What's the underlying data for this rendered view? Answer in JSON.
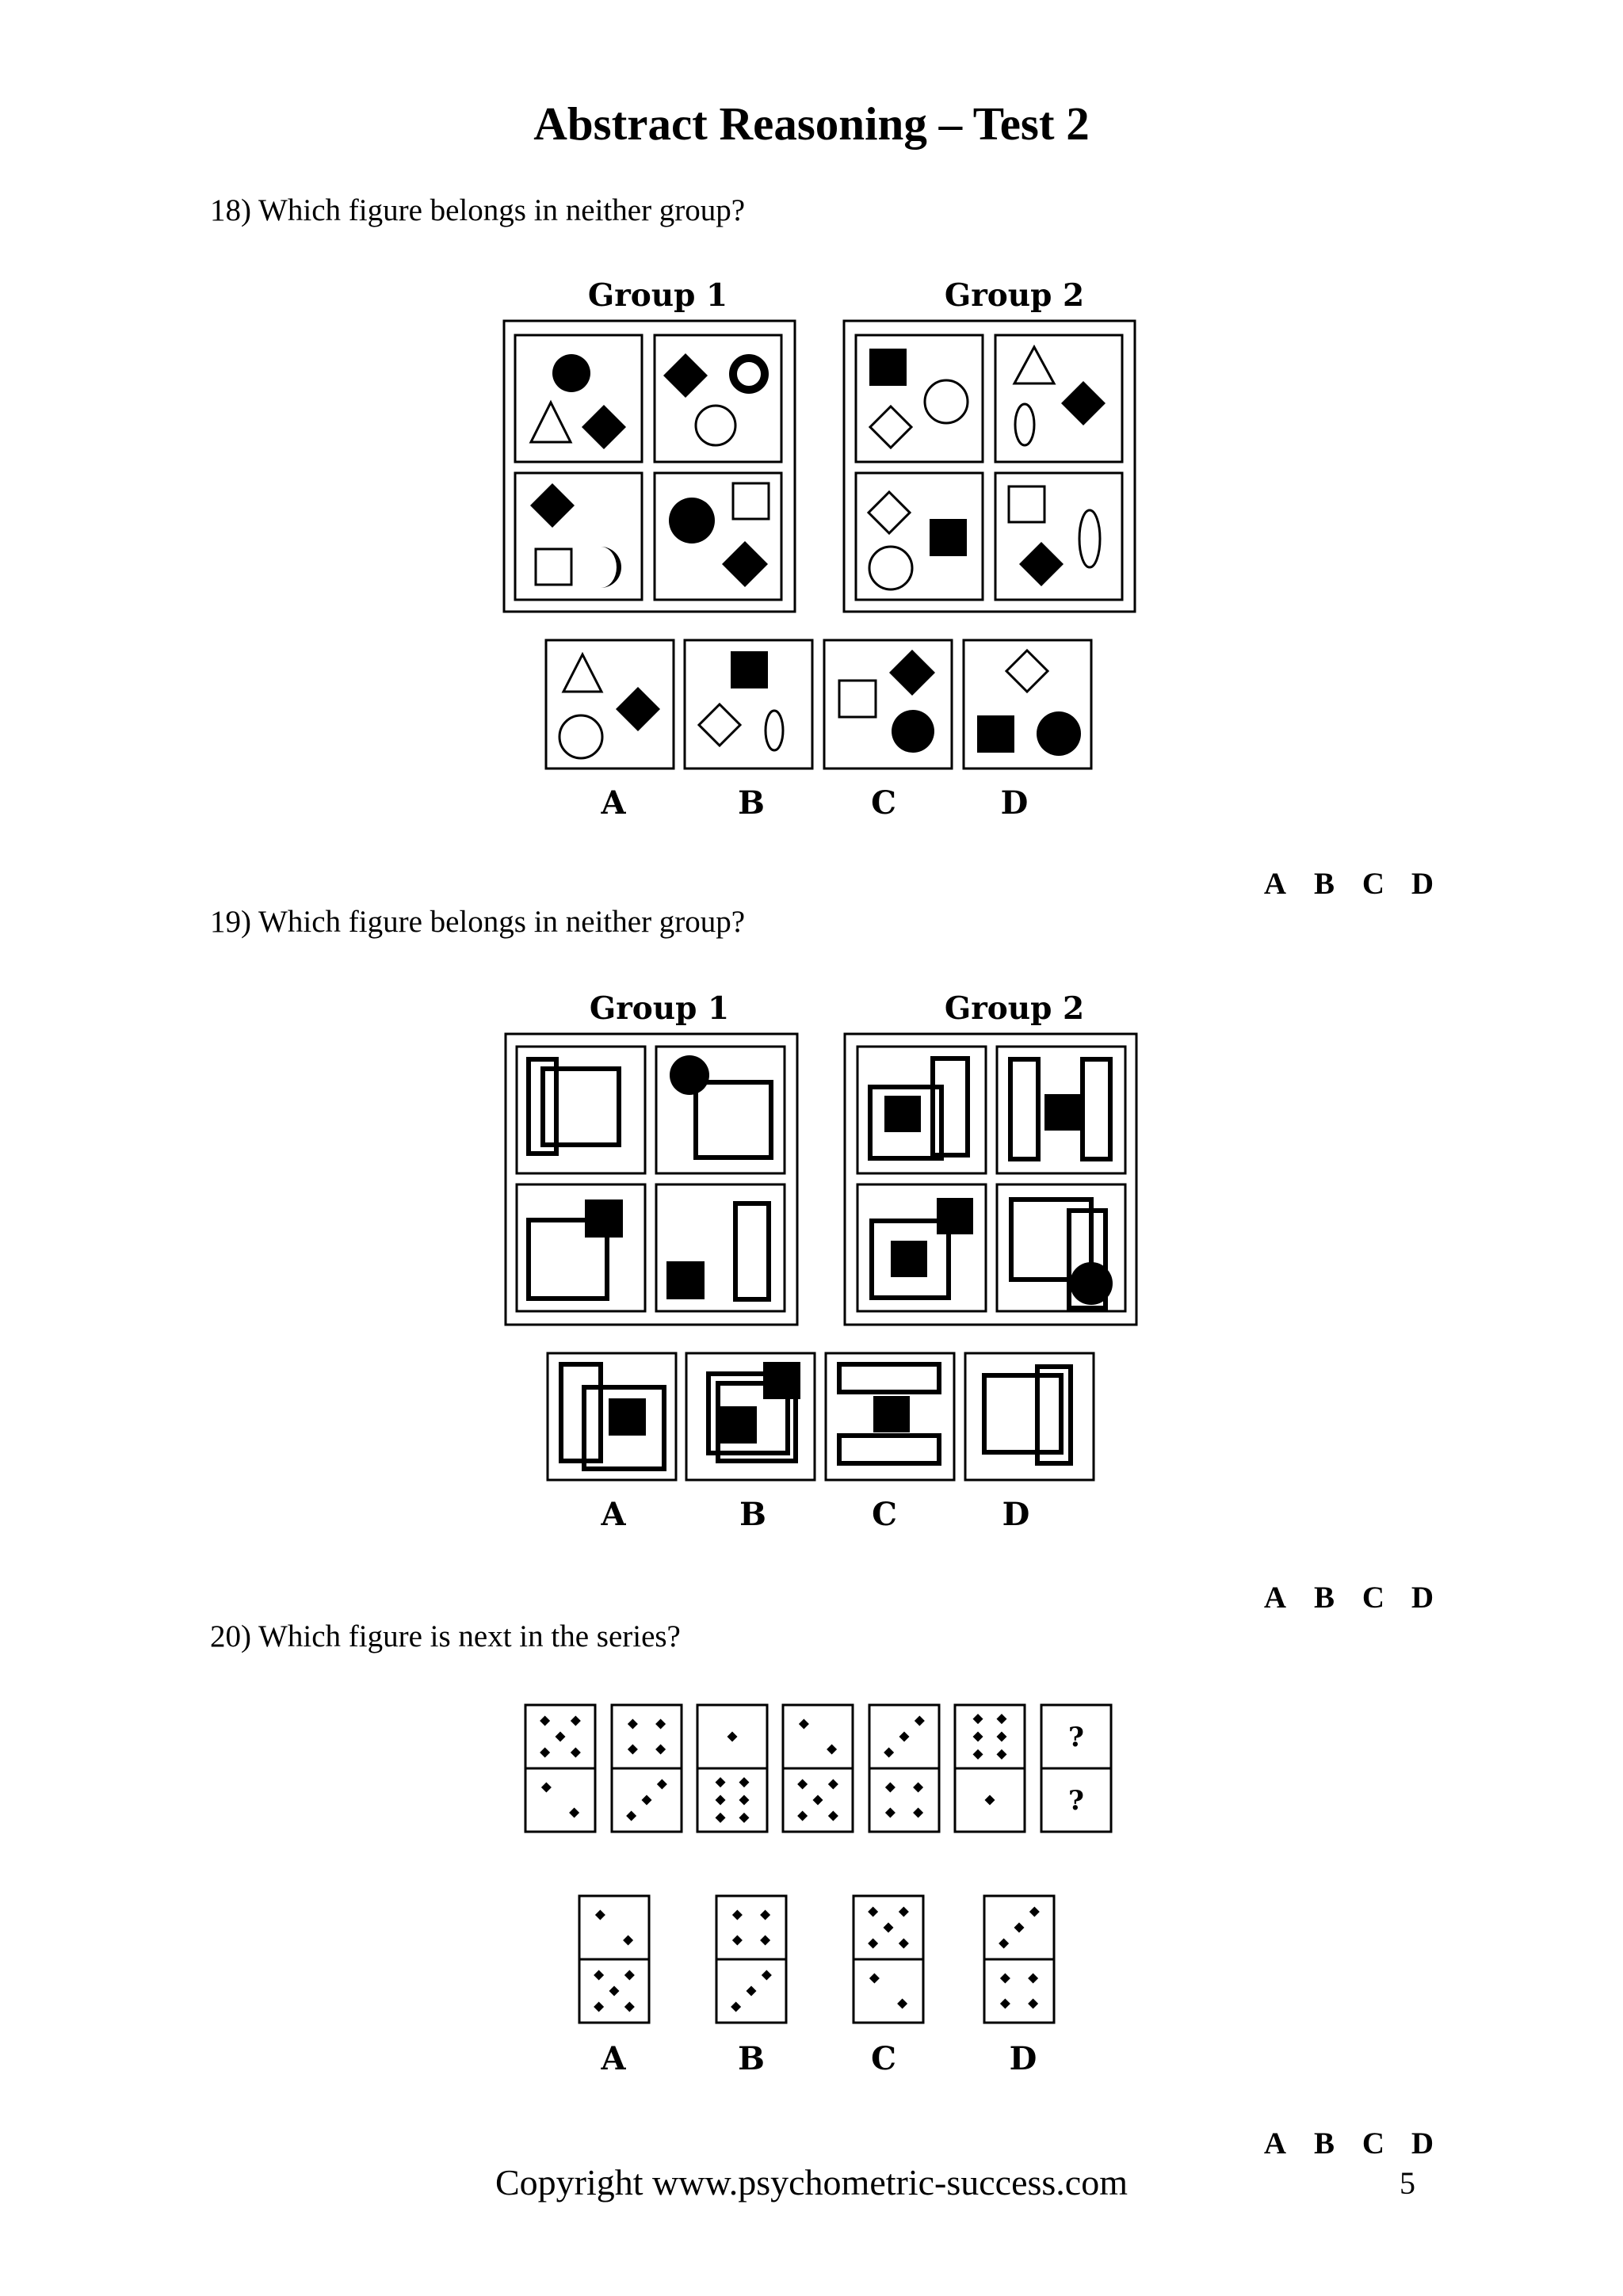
{
  "page": {
    "title": "Abstract Reasoning – Test 2",
    "footer": "Copyright www.psychometric-success.com",
    "page_number": "5"
  },
  "questions": [
    {
      "number": "18)",
      "text": "Which figure belongs in neither group?",
      "group_labels": [
        "Group 1",
        "Group 2"
      ],
      "option_labels": [
        "A",
        "B",
        "C",
        "D"
      ],
      "answer_choices": [
        "A",
        "B",
        "C",
        "D"
      ]
    },
    {
      "number": "19)",
      "text": "Which figure belongs in neither group?",
      "group_labels": [
        "Group 1",
        "Group 2"
      ],
      "option_labels": [
        "A",
        "B",
        "C",
        "D"
      ],
      "answer_choices": [
        "A",
        "B",
        "C",
        "D"
      ]
    },
    {
      "number": "20)",
      "text": "Which figure is next in the series?",
      "series": [
        {
          "top": 5,
          "bottom": 2
        },
        {
          "top": 4,
          "bottom": 3
        },
        {
          "top": 1,
          "bottom": 6
        },
        {
          "top": 2,
          "bottom": 5
        },
        {
          "top": 3,
          "bottom": 4
        },
        {
          "top": 6,
          "bottom": 1
        },
        {
          "top": "?",
          "bottom": "?"
        }
      ],
      "options": [
        {
          "label": "A",
          "top": 2,
          "bottom": 5
        },
        {
          "label": "B",
          "top": 4,
          "bottom": 3
        },
        {
          "label": "C",
          "top": 5,
          "bottom": 2
        },
        {
          "label": "D",
          "top": 3,
          "bottom": 4
        }
      ],
      "answer_choices": [
        "A",
        "B",
        "C",
        "D"
      ]
    }
  ]
}
